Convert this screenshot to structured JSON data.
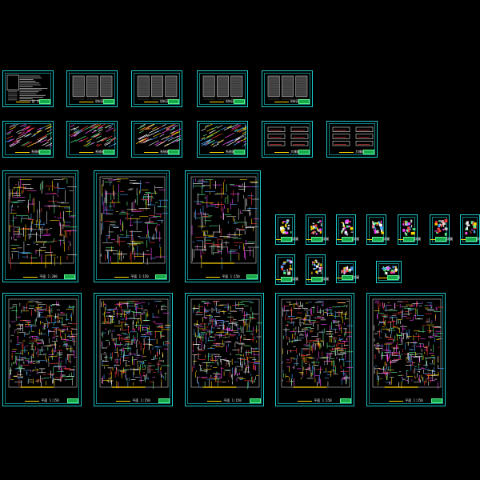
{
  "canvas": {
    "background": "#000000"
  },
  "colors": {
    "border": "#19c9c9",
    "title_block": "#17a74b",
    "label": "#f0f0f0",
    "accent_yellow": "#ffd400",
    "accent_red": "#ff3b3b",
    "accent_magenta": "#ff47ff",
    "linework": "#cfcfcf"
  },
  "rows": {
    "row1": [
      {
        "kind": "notes",
        "label": "說 明"
      },
      {
        "kind": "tables",
        "label": "材料表"
      },
      {
        "kind": "tables",
        "label": "材料表"
      },
      {
        "kind": "tables",
        "label": "材料表"
      },
      {
        "kind": "tables",
        "label": "材料表"
      }
    ],
    "row2": [
      {
        "kind": "axon",
        "label": "系統圖"
      },
      {
        "kind": "axon",
        "label": "系統圖"
      },
      {
        "kind": "axon",
        "label": "系統圖"
      },
      {
        "kind": "axon",
        "label": "系統圖"
      },
      {
        "kind": "details",
        "label": "大樣圖"
      },
      {
        "kind": "details",
        "label": "大樣圖"
      }
    ],
    "row3": [
      {
        "kind": "plan",
        "label": "平面 1:200"
      },
      {
        "kind": "plan",
        "label": "平面 1:150"
      },
      {
        "kind": "plan",
        "label": "平面 1:150"
      }
    ],
    "smalls_top": [
      {
        "label": "詳圖"
      },
      {
        "label": "詳圖"
      },
      {
        "label": "詳圖"
      },
      {
        "label": "詳圖"
      },
      {
        "label": "詳圖"
      },
      {
        "label": "詳圖"
      },
      {
        "label": "詳圖"
      }
    ],
    "smalls_bottom": [
      {
        "label": "詳圖"
      },
      {
        "label": "詳圖"
      },
      {
        "label": "詳圖"
      },
      {
        "label": "詳圖"
      }
    ],
    "row4": [
      {
        "kind": "dense",
        "label": "平面 1:150"
      },
      {
        "kind": "dense",
        "label": "平面 1:150"
      },
      {
        "kind": "dense",
        "label": "平面 1:150"
      },
      {
        "kind": "dense",
        "label": "平面 1:150"
      },
      {
        "kind": "dense",
        "label": "平面 1:150"
      }
    ]
  }
}
